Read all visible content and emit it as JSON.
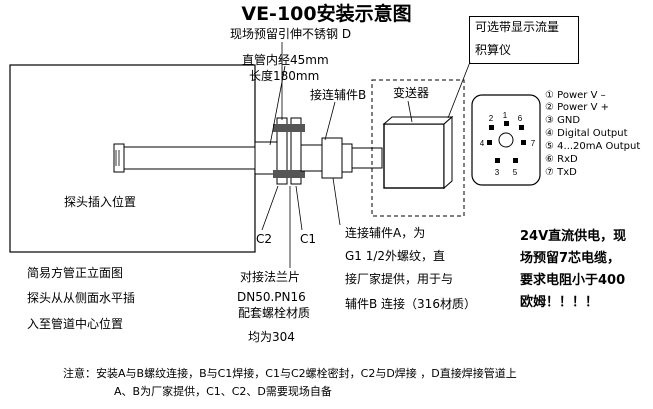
{
  "title": "VE-100安装示意图",
  "labels": {
    "site_reserve": "现场预留引伸不锈钢 D",
    "pipe_diameter": "直管内经45mm",
    "pipe_length": "长度180mm",
    "connector_b": "接连辅件B",
    "transmitter": "变送器",
    "optional_display_line1": "可选带显示流量",
    "optional_display_line2": "积算仪",
    "probe_position": "探头插入位置",
    "c2": "C2",
    "c1": "C1",
    "connector_a_line1": "连接辅件A，为",
    "connector_a_line2": "G1 1/2外螺纹，直",
    "connector_a_line3": "接厂家提供，用于与",
    "connector_a_line4": "辅件B 连接（316材质）",
    "flange_line1": "对接法兰片",
    "flange_line2": "DN50.PN16",
    "flange_line3": "配套螺栓材质",
    "flange_line4": "均为304",
    "front_view_line1": "简易方管正立面图",
    "front_view_line2": "探头从从侧面水平插",
    "front_view_line3": "入至管道中心位置"
  },
  "connector_pins": [
    {
      "num": "1",
      "symbol": "①",
      "label": "Power V –"
    },
    {
      "num": "2",
      "symbol": "②",
      "label": "Power V +"
    },
    {
      "num": "3",
      "symbol": "③",
      "label": "GND"
    },
    {
      "num": "4",
      "symbol": "④",
      "label": "Digital Output"
    },
    {
      "num": "5",
      "symbol": "⑤",
      "label": "4...20mA Output"
    },
    {
      "num": "6",
      "symbol": "⑥",
      "label": "RxD"
    },
    {
      "num": "7",
      "symbol": "⑦",
      "label": "TxD"
    }
  ],
  "power_note": {
    "line1": "24V直流供电，现",
    "line2": "场预留7芯电缆，",
    "line3": "要求电阻小于400",
    "line4": "欧姆！！！！"
  },
  "footer": {
    "line1": "注意：安装A与B螺纹连接，B与C1焊接，C1与C2螺栓密封，C2与D焊接 ，D直接焊接管道上",
    "line2": "A、B为厂家提供，C1、C2、D需要现场自备"
  }
}
